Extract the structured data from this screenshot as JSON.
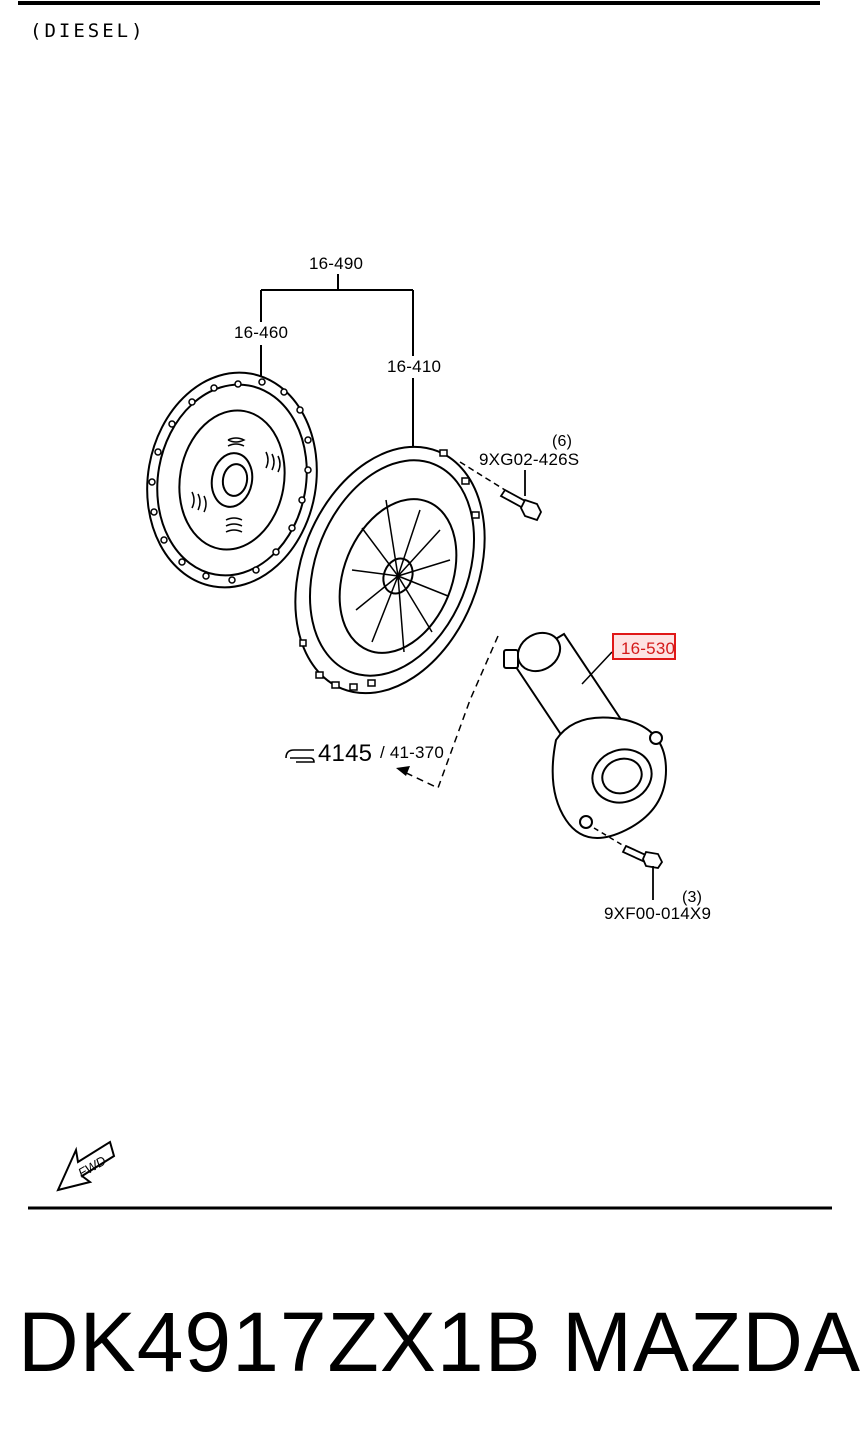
{
  "header": {
    "variant_label": "(DIESEL)"
  },
  "callouts": {
    "assy": "16-490",
    "disc": "16-460",
    "cover": "16-410",
    "cover_bolt_qty": "(6)",
    "cover_bolt": "9XG02-426S",
    "release_cyl": "16-530",
    "ref_page": "4145",
    "ref_section": "/ 41-370",
    "cyl_bolt_qty": "(3)",
    "cyl_bolt": "9XF00-014X9"
  },
  "fwd_label": "FWD",
  "footer": {
    "part_number": "DK4917ZX1B",
    "brand": "MAZDA"
  },
  "colors": {
    "highlight_border": "#e01818",
    "highlight_fill": "#fde3e3",
    "line": "#000000"
  },
  "icons": [
    "fwd-arrow-icon",
    "pointing-hand-icon"
  ]
}
